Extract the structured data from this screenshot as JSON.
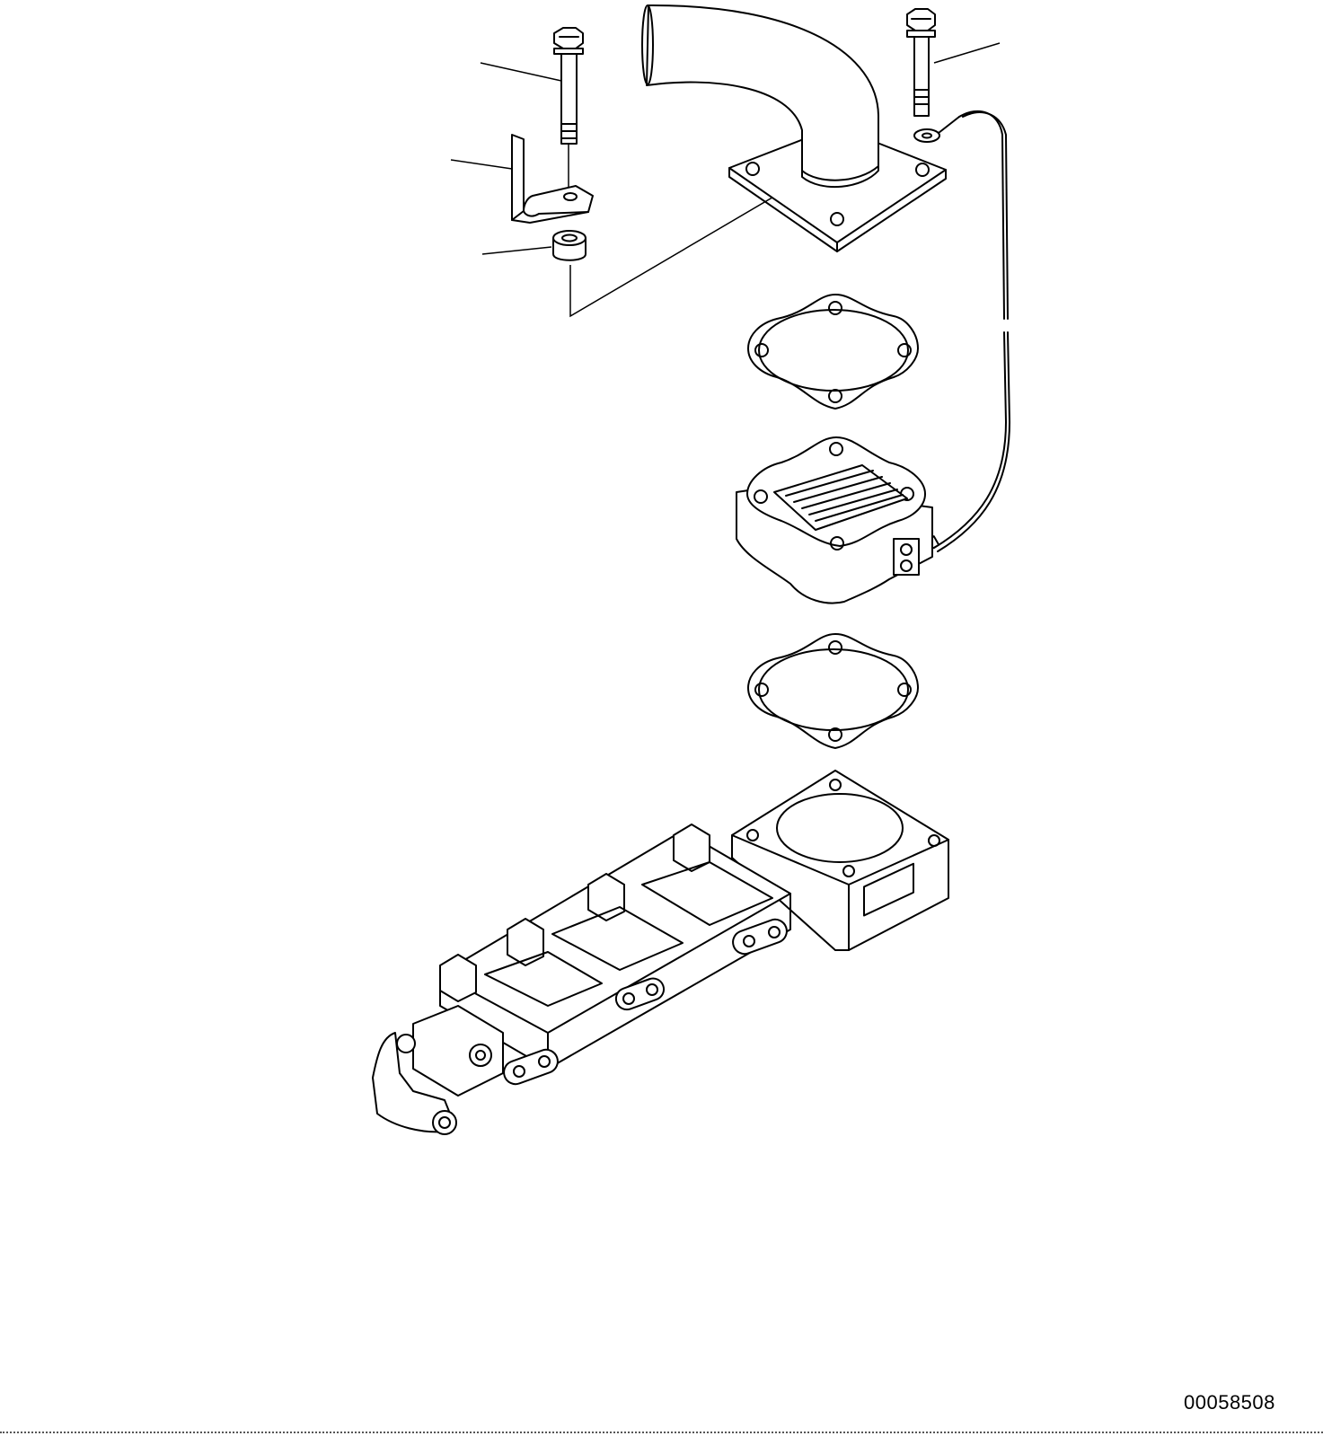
{
  "figure": {
    "reference_code": "00058508",
    "parts": [
      {
        "id": "elbow-pipe",
        "icon": "elbow-pipe-icon"
      },
      {
        "id": "flange-bolt-left",
        "icon": "bolt-icon"
      },
      {
        "id": "mounting-bracket",
        "icon": "bracket-icon"
      },
      {
        "id": "spacer-collar",
        "icon": "collar-icon"
      },
      {
        "id": "flange-bolt-right",
        "icon": "bolt-icon"
      },
      {
        "id": "ground-wire",
        "icon": "wire-icon"
      },
      {
        "id": "gasket-upper",
        "icon": "gasket-icon"
      },
      {
        "id": "intake-heater",
        "icon": "heater-icon"
      },
      {
        "id": "gasket-lower",
        "icon": "gasket-icon"
      },
      {
        "id": "intake-manifold",
        "icon": "manifold-icon"
      }
    ]
  }
}
